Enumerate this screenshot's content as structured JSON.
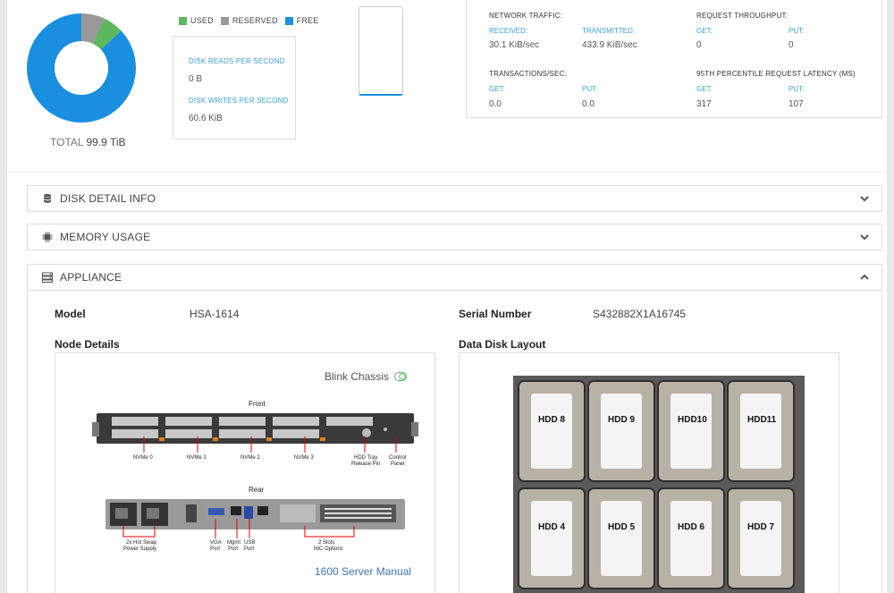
{
  "storage": {
    "legend": {
      "used": "USED",
      "reserved": "RESERVED",
      "free": "FREE"
    },
    "total_label": "TOTAL",
    "total_value": "99.9 TiB",
    "donut": {
      "used_fraction": 0.06,
      "reserved_fraction": 0.07,
      "colors": {
        "used": "#5cb85c",
        "reserved": "#999999",
        "free": "#1a8fe0"
      }
    }
  },
  "disk_io": {
    "reads_label": "DISK READS PER SECOND",
    "reads_value": "0 B",
    "writes_label": "DISK WRITES PER SECOND",
    "writes_value": "60.6 KiB"
  },
  "network": {
    "traffic_title": "NETWORK TRAFFIC:",
    "received_label": "RECEIVED:",
    "received_value": "30.1 KiB/sec",
    "transmitted_label": "TRANSMITTED:",
    "transmitted_value": "433.9 KiB/sec",
    "throughput_title": "REQUEST THROUGHPUT:",
    "tp_get_label": "GET:",
    "tp_get_value": "0",
    "tp_put_label": "PUT:",
    "tp_put_value": "0",
    "tx_title": "TRANSACTIONS/SEC:",
    "tx_get_label": "GET:",
    "tx_get_value": "0.0",
    "tx_put_label": "PUT:",
    "tx_put_value": "0.0",
    "latency_title": "95TH PERCENTILE REQUEST LATENCY (MS)",
    "lat_get_label": "GET:",
    "lat_get_value": "317",
    "lat_put_label": "PUT:",
    "lat_put_value": "107"
  },
  "panels": {
    "disk_detail": "DISK DETAIL INFO",
    "memory_usage": "MEMORY USAGE",
    "appliance": "APPLIANCE"
  },
  "appliance": {
    "model_label": "Model",
    "model_value": "HSA-1614",
    "serial_label": "Serial Number",
    "serial_value": "S432882X1A16745",
    "node_details_label": "Node Details",
    "data_disk_label": "Data Disk Layout",
    "blink_label": "Blink Chassis",
    "manual_link": "1600 Server Manual",
    "front_label": "Front",
    "rear_label": "Rear",
    "front_callouts": [
      "NVMe 0",
      "NVMe 1",
      "NVMe 2",
      "NVMe 3",
      "HDD Tray",
      "Release Pin",
      "Control",
      "Panel"
    ],
    "rear_callouts": [
      "2x Hot Swap",
      "Power Supply",
      "VGA",
      "Port",
      "Mgmt",
      "Port",
      "USB",
      "Port",
      "2 Slots",
      "NIC Options"
    ],
    "disks_top": [
      "HDD 8",
      "HDD 9",
      "HDD10",
      "HDD11"
    ],
    "disks_bottom": [
      "HDD 4",
      "HDD 5",
      "HDD 6",
      "HDD 7"
    ]
  }
}
